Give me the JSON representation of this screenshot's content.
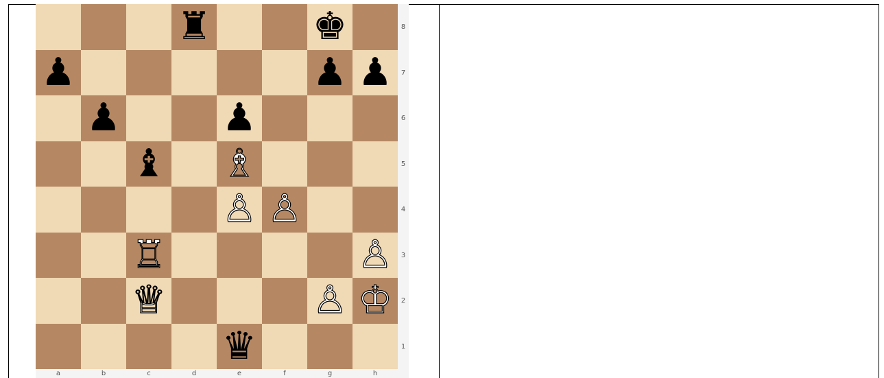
{
  "board": {
    "files": [
      "a",
      "b",
      "c",
      "d",
      "e",
      "f",
      "g",
      "h"
    ],
    "ranks": [
      "8",
      "7",
      "6",
      "5",
      "4",
      "3",
      "2",
      "1"
    ],
    "colors": {
      "light": "#f0d9b5",
      "dark": "#b58863"
    },
    "pieces": [
      {
        "square": "d8",
        "color": "b",
        "type": "rook",
        "glyph": "♜"
      },
      {
        "square": "g8",
        "color": "b",
        "type": "king",
        "glyph": "♚"
      },
      {
        "square": "a7",
        "color": "b",
        "type": "pawn",
        "glyph": "♟"
      },
      {
        "square": "g7",
        "color": "b",
        "type": "pawn",
        "glyph": "♟"
      },
      {
        "square": "h7",
        "color": "b",
        "type": "pawn",
        "glyph": "♟"
      },
      {
        "square": "b6",
        "color": "b",
        "type": "pawn",
        "glyph": "♟"
      },
      {
        "square": "e6",
        "color": "b",
        "type": "pawn",
        "glyph": "♟"
      },
      {
        "square": "c5",
        "color": "b",
        "type": "bishop",
        "glyph": "♝"
      },
      {
        "square": "e5",
        "color": "w",
        "type": "bishop",
        "glyph": "♗"
      },
      {
        "square": "e4",
        "color": "w",
        "type": "pawn",
        "glyph": "♙"
      },
      {
        "square": "f4",
        "color": "w",
        "type": "pawn",
        "glyph": "♙"
      },
      {
        "square": "c3",
        "color": "w",
        "type": "rook",
        "glyph": "♖"
      },
      {
        "square": "h3",
        "color": "w",
        "type": "pawn",
        "glyph": "♙"
      },
      {
        "square": "c2",
        "color": "w",
        "type": "queen",
        "glyph": "♕"
      },
      {
        "square": "g2",
        "color": "w",
        "type": "pawn",
        "glyph": "♙"
      },
      {
        "square": "h2",
        "color": "w",
        "type": "king",
        "glyph": "♔"
      },
      {
        "square": "e1",
        "color": "b",
        "type": "queen",
        "glyph": "♛"
      }
    ]
  }
}
